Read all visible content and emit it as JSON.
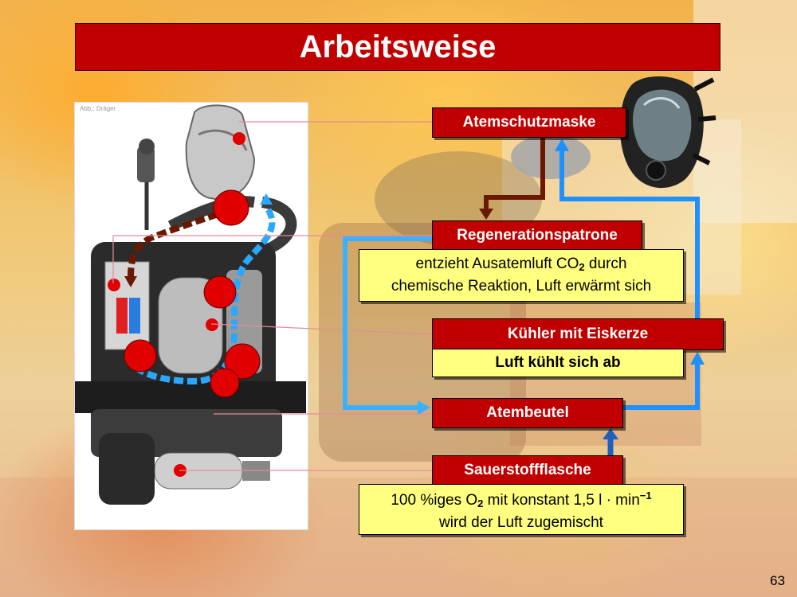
{
  "title": "Arbeitsweise",
  "photo_credit": "Abb.: Dräger",
  "labels": {
    "mask": "Atemschutzmaske",
    "cartridge": "Regenerationspatrone",
    "cooler": "Kühler mit Eiskerze",
    "bag": "Atembeutel",
    "oxygen": "Sauerstoffflasche"
  },
  "descriptions": {
    "cartridge_pre": "entzieht Ausatemluft CO",
    "cartridge_sub": "2",
    "cartridge_post": " durch",
    "cartridge_line2": "chemische Reaktion, Luft erwärmt sich",
    "cooler": "Luft kühlt sich ab",
    "oxygen_pre": "100 %iges O",
    "oxygen_sub": "2",
    "oxygen_mid": " mit konstant 1,5 l · min",
    "oxygen_sup": "−1",
    "oxygen_line2": "wird der Luft zugemischt"
  },
  "page_number": "63",
  "colors": {
    "header_red": "#c00000",
    "exhale_brown": "#6b1800",
    "inhale_blue": "#1e90ff",
    "desc_yellow": "#ffff80"
  }
}
